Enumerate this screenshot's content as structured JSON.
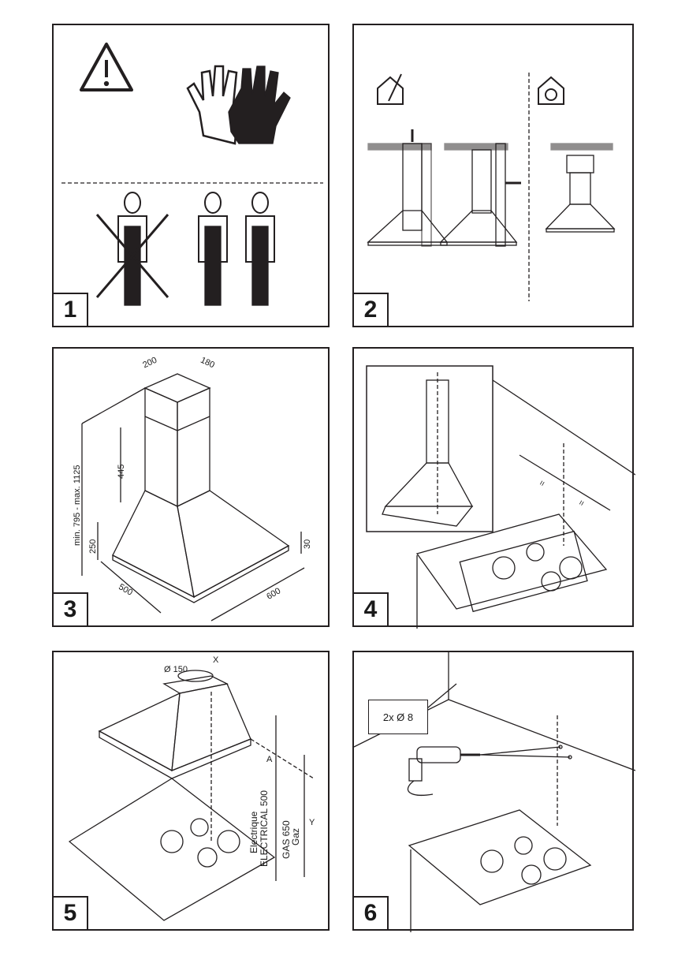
{
  "panels": [
    {
      "number": "1"
    },
    {
      "number": "2"
    },
    {
      "number": "3",
      "dimensions": {
        "width_top": "200",
        "depth_top": "180",
        "chimney": "445",
        "total_height": "min. 795 - max. 1125",
        "hood_height": "250",
        "rim": "30",
        "depth": "500",
        "width": "600"
      }
    },
    {
      "number": "4",
      "equal_marks": [
        "=",
        "="
      ]
    },
    {
      "number": "5",
      "labels": {
        "diameter": "Ø 150",
        "x": "X",
        "a": "A",
        "y": "Y",
        "electric_fr": "Electrique",
        "electric_en": "ELECTRICAL 500",
        "gas_en": "GAS 650",
        "gas_fr": "Gaz"
      }
    },
    {
      "number": "6",
      "callout": "2x Ø 8"
    }
  ]
}
